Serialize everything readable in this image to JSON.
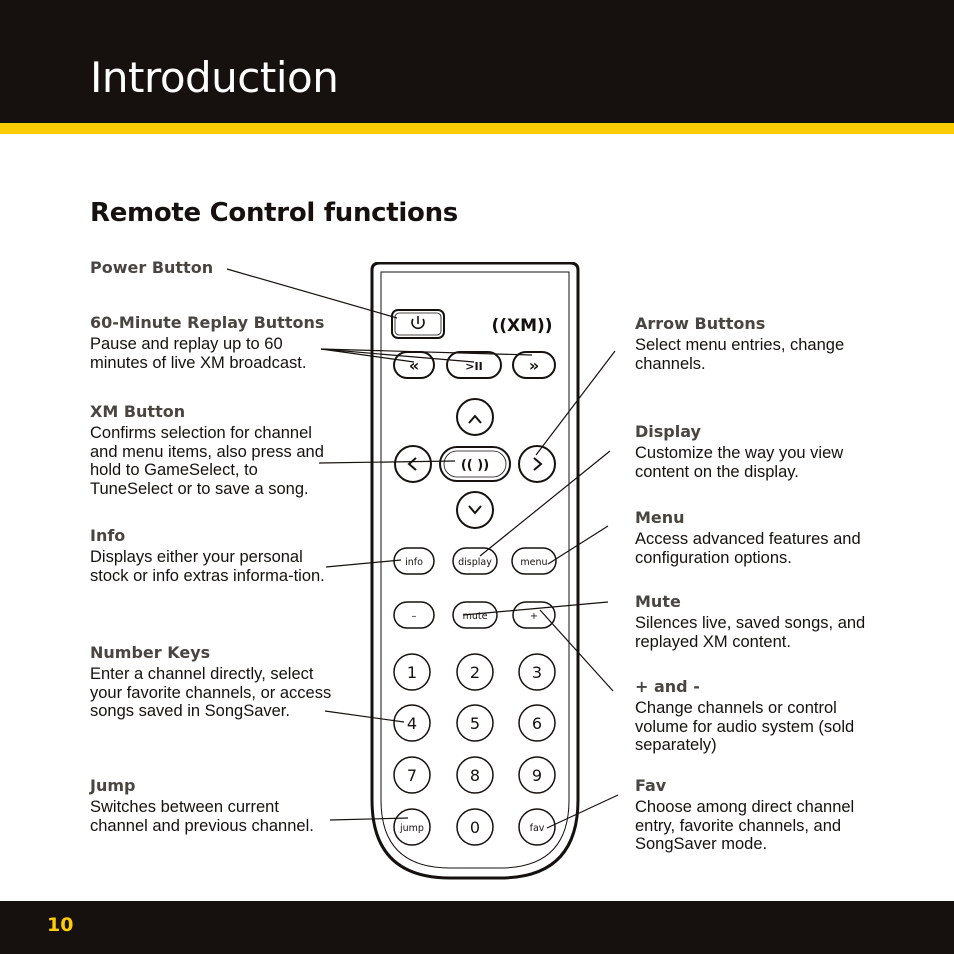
{
  "header": {
    "title": "Introduction"
  },
  "section": {
    "title": "Remote Control functions"
  },
  "callouts": {
    "power": {
      "title": "Power Button"
    },
    "replay": {
      "title": "60-Minute Replay Buttons",
      "desc": "Pause and replay up to 60 minutes of live XM broadcast."
    },
    "xm": {
      "title": "XM Button",
      "desc": "Confirms selection for channel and menu items, also press and hold to GameSelect, to TuneSelect or to save a song."
    },
    "info": {
      "title": "Info",
      "desc": "Displays either your personal stock or info extras informa-tion."
    },
    "number": {
      "title": "Number Keys",
      "desc": "Enter a channel directly, select your favorite channels, or access songs saved in SongSaver."
    },
    "jump": {
      "title": "Jump",
      "desc": "Switches between current channel and previous channel."
    },
    "arrow": {
      "title": "Arrow Buttons",
      "desc": "Select menu entries, change channels."
    },
    "display": {
      "title": "Display",
      "desc": "Customize the way you view content on the display."
    },
    "menu": {
      "title": "Menu",
      "desc": "Access advanced features and configuration options."
    },
    "mute": {
      "title": "Mute",
      "desc": "Silences live, saved songs, and replayed XM content."
    },
    "plusminus": {
      "title": "+ and -",
      "desc": "Change channels or control volume for audio system (sold separately)"
    },
    "fav": {
      "title": "Fav",
      "desc": "Choose among direct channel entry, favorite channels, and SongSaver mode."
    }
  },
  "remote": {
    "logo": "((XM))",
    "xm_button": "((  ))",
    "info": "info",
    "display": "display",
    "menu": "menu",
    "minus": "–",
    "mute": "mute",
    "plus": "+",
    "keys": [
      "1",
      "2",
      "3",
      "4",
      "5",
      "6",
      "7",
      "8",
      "9"
    ],
    "jump": "jump",
    "zero": "0",
    "fav": "fav"
  },
  "footer": {
    "page_number": "10"
  },
  "colors": {
    "header_bg": "#16110e",
    "accent_yellow": "#ffcc00"
  }
}
